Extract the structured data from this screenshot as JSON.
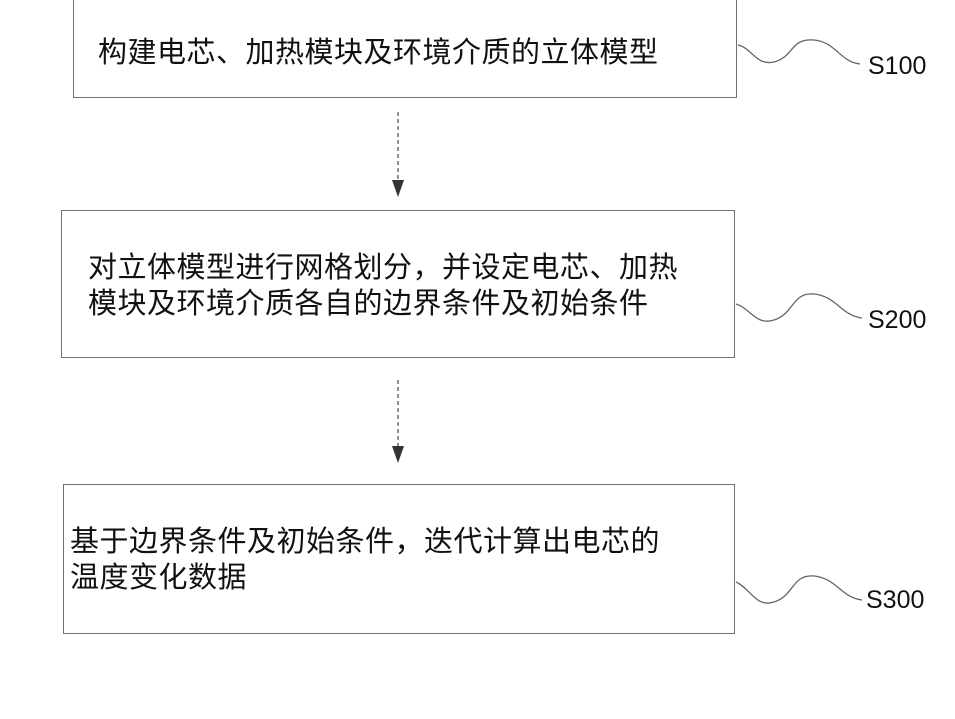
{
  "steps": [
    {
      "id": "S100",
      "text": "构建电芯、加热模块及环境介质的立体模型"
    },
    {
      "id": "S200",
      "text": "对立体模型进行网格划分，并设定电芯、加热\n模块及环境介质各自的边界条件及初始条件"
    },
    {
      "id": "S300",
      "text": "基于边界条件及初始条件，迭代计算出电芯的\n温度变化数据"
    }
  ]
}
